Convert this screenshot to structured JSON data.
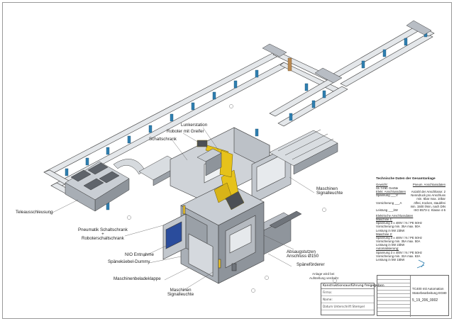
{
  "labels": {
    "lunkerstation": "Lunkerstation",
    "roboter_mit_greifer": "Roboter mit Greifer",
    "schaltschrank": "Schaltschrank",
    "maschinen_signalleuchte_top": "Maschinen\nSignalleuchte",
    "teleausschleusung": "Teleausschleusung",
    "pneumatik_schaltschrank": "Pneumatik Schaltschrank\n+\nRoboterschaltschrank",
    "nio_entnahme": "NIO Entnahme",
    "spaenekuebel_dummy": "Späneküebel-Dummy",
    "maschinenbeladeklappe": "Maschinenbeladeklappe",
    "maschinen_signalleuchte_bottom": "Maschinen\nSignalleuchte",
    "absaugstutzen": "Absaugstutzen\nAnschluss Ø150",
    "spaenefoerderer": "Späneförderer"
  },
  "notes": {
    "anlage_line1": "Anlage wird bei",
    "anlage_line2": "Aufstellung verdreht"
  },
  "spec": {
    "title": "Technische Daten der Gesamtanlage",
    "gewicht": "Gewicht:",
    "gewicht_val": "ca.  t inkl.  Geräte",
    "pneum": "Pneum. Anschlussdaten",
    "elekt": "Elekt. Anschlussdaten",
    "anzahl": "Anzahl der Anschlüsse: 2",
    "spannung": "Spannung    ___V",
    "nenndruck": "Nenndruck pro Anschluss",
    "nenndruck_val": "min.  6bar  max.  10bar",
    "vorsicherung": "Vorsicherung    ___A",
    "ol": "ölfrei, trocken, staubfrei",
    "ol2": "min.  1500 l/min, nach DIN",
    "leistung": "Leistung    ___kW",
    "iso": "ISO 8573-1: Klasse 4-5",
    "elekt2": "Elektrische Anschlussdaten",
    "maschine1": "Maschine 1:",
    "m1_sp": "Spannung        3 x 400V / N / PE  50Hz",
    "m1_vs": "Vorsicherung      min. 35A max. 50A",
    "m1_lk": "Leistung in kW   23kW",
    "maschine2": "Maschine 2:",
    "m2_sp": "Spannung        3 x 400V / N / PE  50Hz",
    "m2_vs": "Vorsicherung      min. 35A max. 50A",
    "m2_lk": "Leistung in kW   23kW",
    "automation": "Automatisierung:",
    "a_sp": "Spannung        3 x 400V / N / PE  50Hz",
    "a_vs": "Vorsicherung      min. 32A max. 63A",
    "a_lk": "Leistung in kW   15kW"
  },
  "approval": {
    "header": "Konstruktionsausführung freigegeben",
    "row1": "Firma:",
    "row2": "Name:",
    "row3": "Datum Unterschrift Stempel"
  },
  "title_block": {
    "line1": "TC400 mit Automation",
    "line2": "Statorbearbeitung EG80",
    "drawing_no": "5_19_206_0002"
  },
  "colors": {
    "line": "#3a3a3a",
    "frame_fill": "#c9ced4",
    "machine_fill": "#b8bdc4",
    "dark_fill": "#6f747b",
    "support_blue": "#2f7fb0",
    "robot_yellow": "#e6c21a",
    "blue_panel": "#2a4c9c",
    "gripper_brown": "#b98a52"
  }
}
